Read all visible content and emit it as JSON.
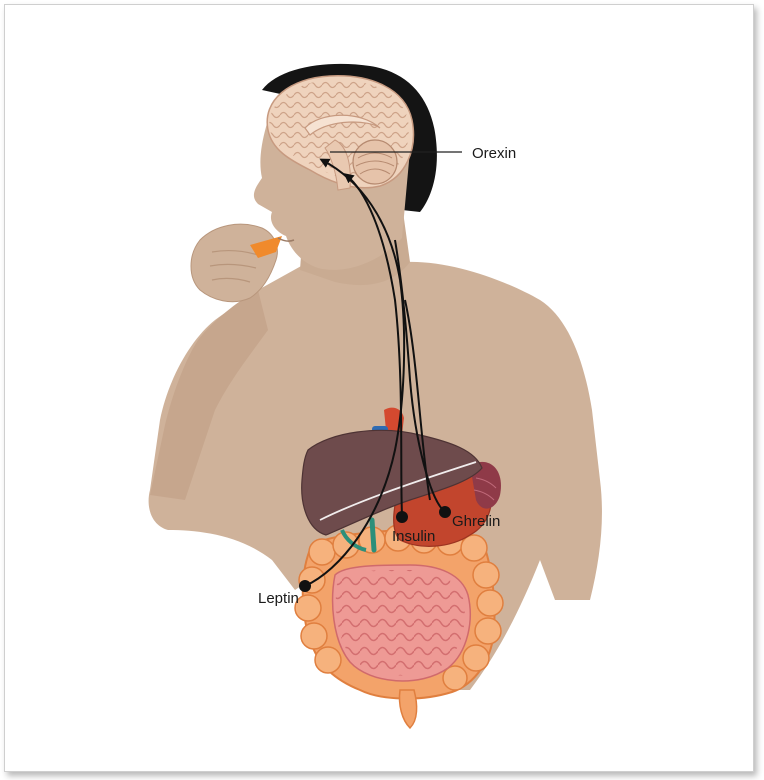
{
  "labels": {
    "orexin": "Orexin",
    "insulin": "Insulin",
    "ghrelin": "Ghrelin",
    "leptin": "Leptin"
  },
  "colors": {
    "skin": "#cfb29a",
    "hair": "#141414",
    "brain": "#efd3bd",
    "liver": "#6e4b4c",
    "stomach": "#c2452d",
    "intestine_large": "#f3a36a",
    "intestine_small": "#ee9a95",
    "snack": "#f08a2c",
    "pathway": "#111111"
  },
  "icons": {
    "hormone_source": "filled-circle-icon",
    "pathway_arrow": "arrow-to-brain-icon"
  }
}
